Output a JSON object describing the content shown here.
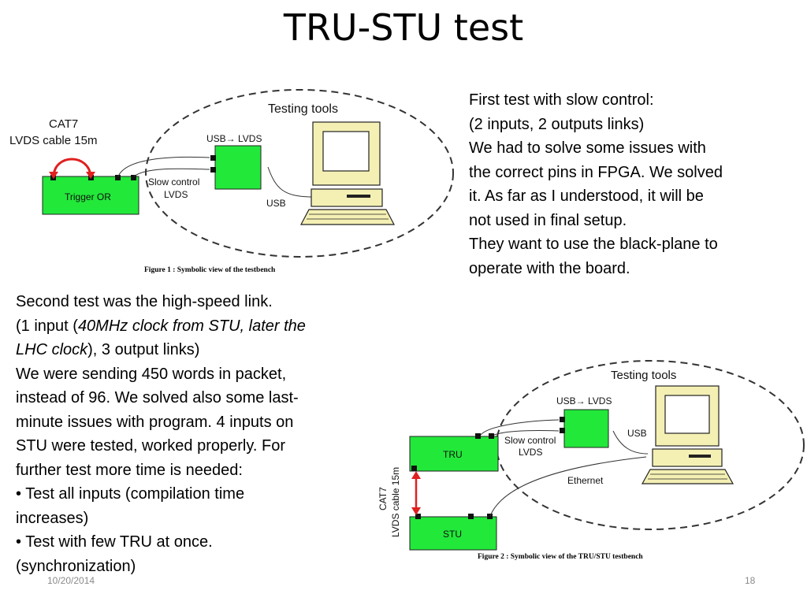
{
  "slide": {
    "title": "TRU-STU test",
    "date": "10/20/2014",
    "page_number": "18"
  },
  "right_text": {
    "lines": [
      "First test with slow control:",
      "(2 inputs, 2 outputs links)",
      "We had to solve some issues with",
      "the correct pins in FPGA. We solved",
      "it. As far as I understood, it will be",
      "not used in final setup.",
      "They want to use the black-plane to",
      "operate with the board."
    ]
  },
  "left_text": {
    "line1": "Second test was the high-speed link.",
    "line2_pre": "(1 input (",
    "line2_italic": "40MHz clock from STU, later the",
    "line3_italic": "LHC clock",
    "line3_post": "), 3 output links)",
    "line4": "We were sending 450 words in packet,",
    "line5": "instead of 96. We solved also some last-",
    "line6": "minute issues with program. 4 inputs on",
    "line7": "STU were tested, worked properly. For",
    "line8": "further test more time is needed:",
    "line9": "• Test all inputs (compilation time",
    "line10": "increases)",
    "line11": "• Test with few TRU at once.",
    "line12": "(synchronization)"
  },
  "figure1": {
    "cable_label_1": "CAT7",
    "cable_label_2": "LVDS cable 15m",
    "testing_tools": "Testing tools",
    "usb_lvds": "USB→ LVDS",
    "trigger_or": "Trigger OR",
    "slow_control_1": "Slow control",
    "slow_control_2": "LVDS",
    "usb": "USB",
    "caption": "Figure 1 : Symbolic view of the testbench"
  },
  "figure2": {
    "testing_tools": "Testing tools",
    "usb_lvds": "USB→ LVDS",
    "usb": "USB",
    "tru": "TRU",
    "stu": "STU",
    "slow_control_1": "Slow control",
    "slow_control_2": "LVDS",
    "ethernet": "Ethernet",
    "cable_label_1": "CAT7",
    "cable_label_2": "LVDS cable 15m",
    "caption": "Figure 2 : Symbolic view of the TRU/STU testbench"
  },
  "colors": {
    "board_green": "#22e83a",
    "cable_red": "#e02020",
    "monitor_beige": "#f4f0b4"
  }
}
